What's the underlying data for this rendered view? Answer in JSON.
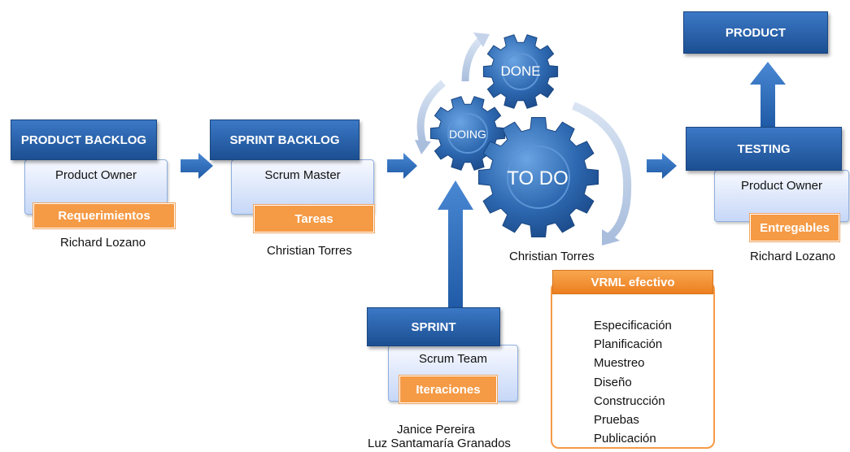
{
  "stages": {
    "product_backlog": {
      "title": "PRODUCT BACKLOG",
      "role": "Product Owner",
      "tag": "Requerimientos",
      "person": "Richard  Lozano"
    },
    "sprint_backlog": {
      "title": "SPRINT BACKLOG",
      "role": "Scrum Master",
      "tag": "Tareas",
      "person": "Christian Torres"
    },
    "sprint": {
      "title": "SPRINT",
      "role": "Scrum Team",
      "tag": "Iteraciones",
      "person_1": "Janice Pereira",
      "person_2": "Luz Santamaría Granados"
    },
    "testing": {
      "title": "TESTING",
      "role": "Product Owner",
      "tag": "Entregables",
      "person": "Richard  Lozano"
    },
    "product": {
      "title": "PRODUCT"
    }
  },
  "gears": {
    "done": "DONE",
    "doing": "DOING",
    "todo": "TO DO",
    "person": "Christian Torres"
  },
  "vrml": {
    "title": "VRML efectivo",
    "items": [
      "Especificación",
      "Planificación",
      "Muestreo",
      "Diseño",
      "Construcción",
      "Pruebas",
      "Publicación"
    ]
  },
  "colors": {
    "header_blue": "#2a62ad",
    "arrow_blue": "#2e6fbf",
    "tag_orange": "#f59a45",
    "gear_blue": "#2f6fb6"
  }
}
